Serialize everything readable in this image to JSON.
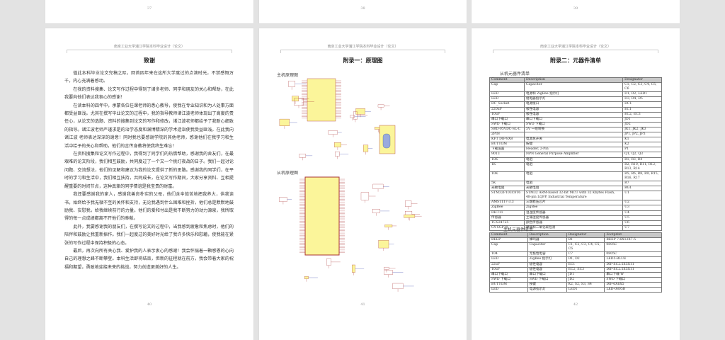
{
  "page_header": "南京工业大学浦江学院本科毕业设计（论文）",
  "page_numbers": {
    "p37": "37",
    "p38": "38",
    "p39": "39",
    "p40": "40",
    "p41": "41",
    "p42": "42"
  },
  "acknowledgement": {
    "title": "致谢",
    "paragraphs": [
      "值此本科毕业论文完稿之际，回首四年来在这所大学度过的点滴时光，不禁感慨万千，内心充满着感动。",
      "在我的资料搜集、论文写作过程中得到了诸多老师、同学和朋友的关心和帮助，在此我要向他们表达我衷心的感谢！",
      "在读本科的四年中，承蒙各位任课老师的悉心教导，使我在专业知识和为人处事方面都受益匪浅。尤其在撰写毕业论文的过程中，我的指导教师诸江波老师体现出了高度的责任心，从论文的选题、资料的搜集到论文的写作和修改，诸江波老师都给予了我耐心细致的指导。诸江波老师严谨求是的治学态度和渊博精深的学术造诣使我受益匪浅。在此我向诸江波 老师表达深深的谢意！同时我也要感谢学院的其他老师，感谢他们在我学习和生活中给予的关心和帮助，他们的言传身教将使我终生难忘！",
      "在资料搜集和论文写作过程中，我得到了同学们的热情帮助，感谢我的舍友们，在最艰难的论文阶段，我们相互鼓励，共同度过了一个又一个挑灯夜战的日子。我们一起讨论问题、交流想法，他们的见解和建议为我的论文提供了新的思路。感谢我的同学们，在平时的学习和生活中，我们相互扶持，共同成长，在论文写作期间，大家分享资料、互相提醒重要的时间节点，这种真挚的同学情谊是我宝贵的财富。",
      "我还要感谢我的家人，感谢我善良朴实的父母，他们含辛茹苦地把我养大，供我读书，始终给予我无微不至的关怀和支持，无论我遇到什么困难和挫折，他们总是默默地鼓励我、安慰我，给我继续前行的力量。他们的爱和付出是我不断努力的动力源泉，我所取得的每一点成绩都离不开他们的奉献。",
      "此外，我要感谢我的朋友们，在撰写论文的过程中，当我感到疲惫和焦虑时，他们的陪伴和鼓励让我重新振作。我们一起度过的美好时光给了我许多快乐和慰藉，使我能在紧张的写作过程中保持积极的心态。",
      "最后，再次向所有关心我、爱护我的人表示衷心的感谢！我会怀揣着一颗感恩的心向自己的理想之峰不断攀登。本科生活即将结束，但新的征程就在前方，我会带着大家的祝福和期望，勇敢地迎接未来的挑战，努力创造更美好的人生。"
    ]
  },
  "appendix1": {
    "title": "附录一：原理图",
    "master_label": "主机原理图",
    "slave_label": "从机原理图"
  },
  "appendix2": {
    "title": "附录二：元器件清单",
    "slave_label": "从机元器件清单",
    "slave_headers": [
      "Comment",
      "Description",
      "Designator"
    ],
    "slave_rows": [
      [
        "Cap",
        "Capacitor",
        "C1, C2, C3, C4, C5, C6"
      ],
      [
        "LED",
        "电源和 ZigBee 指示灯",
        "D1, D2, LED1"
      ],
      [
        "LED",
        "继电器指示灯",
        "D3, D4, D5"
      ],
      [
        "DC_Socket",
        "电源接口",
        "DC1"
      ],
      [
        "220uF",
        "极性电容",
        "EC1"
      ],
      [
        "10uF",
        "极性电容",
        "EC2, EC3"
      ],
      [
        "串口下载口",
        "串口下载口",
        "JD1"
      ],
      [
        "SWD 下载口",
        "SWD 下载口",
        "JD2"
      ],
      [
        "SRD-05VDC-SL-C",
        "5V 一组转换",
        "JK1, JK2, JK3"
      ],
      [
        "2PIN",
        "",
        "JP1, JP2, JP3"
      ],
      [
        "KFT DIP-8X8",
        "电源总开关",
        "K1"
      ],
      [
        "BUTTOM",
        "按键",
        "K2"
      ],
      [
        "下载设置",
        "Header, 2-Pin",
        "P1"
      ],
      [
        "9013",
        "NPN General Purpose Amplifier",
        "Q1, Q2, Q3"
      ],
      [
        "10K",
        "电阻",
        "R1, R3, R4"
      ],
      [
        "1K",
        "电阻",
        "R2, R10, R11, R12, R13, R14"
      ],
      [
        "10K",
        "电阻",
        "R5, R6, R8, R9, R15, R16, R17"
      ],
      [
        "5K",
        "电阻",
        "R7"
      ],
      [
        "光敏电阻",
        "光敏电阻",
        "RG1"
      ],
      [
        "STM32F103C8T6",
        "STM32 ARM-based 32-bit MCU with 32 Kbytes Flash, 48-pin LQFP, Industrial Temperature",
        "U1"
      ],
      [
        "AMS1117-3.3",
        "三端稳压芯片",
        "U2"
      ],
      [
        "ZigBee",
        "ZigBee",
        "U3"
      ],
      [
        "DHT11",
        "温湿度传感器",
        "U4"
      ],
      [
        "传感器",
        "土壤湿度传感器",
        "U5"
      ],
      [
        "TCS34725",
        "颜色传感器",
        "U6"
      ],
      [
        "GY-SGP30",
        "甲醛和二氧化碳检测",
        "U7"
      ]
    ],
    "master_label": "主机元器件清单",
    "master_headers": [
      "Comment",
      "Description",
      "Designator",
      "Footprint"
    ],
    "master_rows": [
      [
        "BEEP",
        "蜂鸣器",
        "B1",
        "BEEP 7.6X12X7.5"
      ],
      [
        "Cap",
        "Capacitor",
        "C1, C2, C3, C4, C5, C6",
        "0805C"
      ],
      [
        "104",
        "无极性电容",
        "C7",
        "0805C"
      ],
      [
        "LED",
        "ZigBee 指示灯",
        "D1, D2",
        "LED5-BLUE"
      ],
      [
        "22uF",
        "极性电容",
        "EC1",
        "DIP-EC2.5X5X11"
      ],
      [
        "10uF",
        "极性电容",
        "EC2, EC3",
        "DIP-EC2.5X5X11"
      ],
      [
        "串口下载口",
        "串口下载口",
        "JD1",
        "串口下载-W"
      ],
      [
        "SWD 下载口",
        "SWD 下载口",
        "JD2",
        "SWD 下载口"
      ],
      [
        "BUTTOM",
        "按键",
        "K2, S2, S3, S4",
        "DIP-6X6X5"
      ],
      [
        "LED",
        "电源指示灯",
        "LED1",
        "LED-0805B"
      ]
    ]
  }
}
